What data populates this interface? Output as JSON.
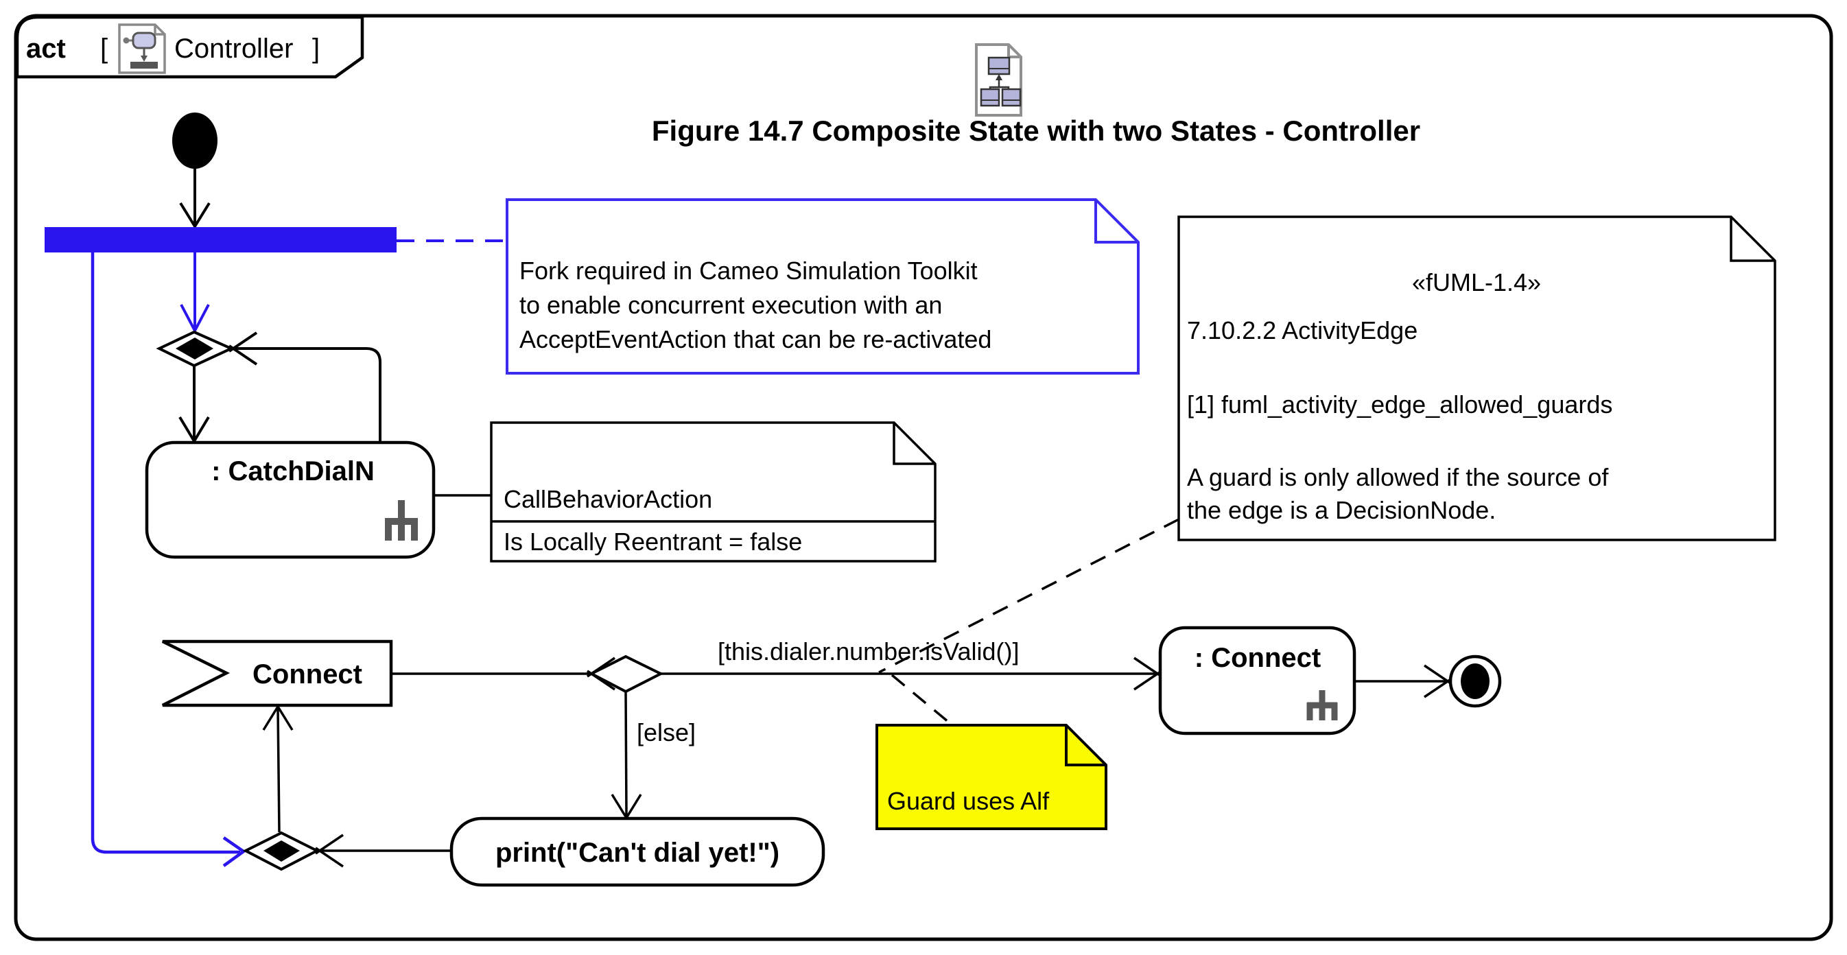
{
  "frame": {
    "keyword": "act",
    "bracket_open": "[",
    "diagram_name": "Controller",
    "bracket_close": "]"
  },
  "header": {
    "figure_title": "Figure 14.7 Composite State with two States - Controller"
  },
  "nodes": {
    "catch_dialn": {
      "label": ": CatchDialN"
    },
    "accept_event_connect": {
      "label": "Connect"
    },
    "call_connect": {
      "label": ": Connect"
    },
    "print_action": {
      "label": "print(\"Can't dial yet!\")"
    }
  },
  "edge_labels": {
    "valid_guard": "[this.dialer.number.isValid()]",
    "else_guard": "[else]"
  },
  "notes": {
    "fork_note": {
      "line1": "Fork required in Cameo Simulation Toolkit",
      "line2": "to enable concurrent execution with an",
      "line3": "AcceptEventAction that can be re-activated"
    },
    "call_behavior_note": {
      "title": "CallBehaviorAction",
      "property": "Is Locally Reentrant  = false"
    },
    "fuml_note": {
      "stereotype": "«fUML-1.4»",
      "section": "7.10.2.2 ActivityEdge",
      "constraint": "[1] fuml_activity_edge_allowed_guards",
      "text1": "A guard is only allowed if the source of",
      "text2": "the edge is a DecisionNode."
    },
    "alf_note": {
      "text": "Guard uses Alf"
    }
  },
  "colors": {
    "fork_blue": "#2B15EF",
    "edge_blue": "#2B15EF",
    "note_border_blue": "#3B2BEE",
    "alf_yellow": "#FAFA00",
    "rake_gray": "#595959",
    "black": "#000000"
  }
}
